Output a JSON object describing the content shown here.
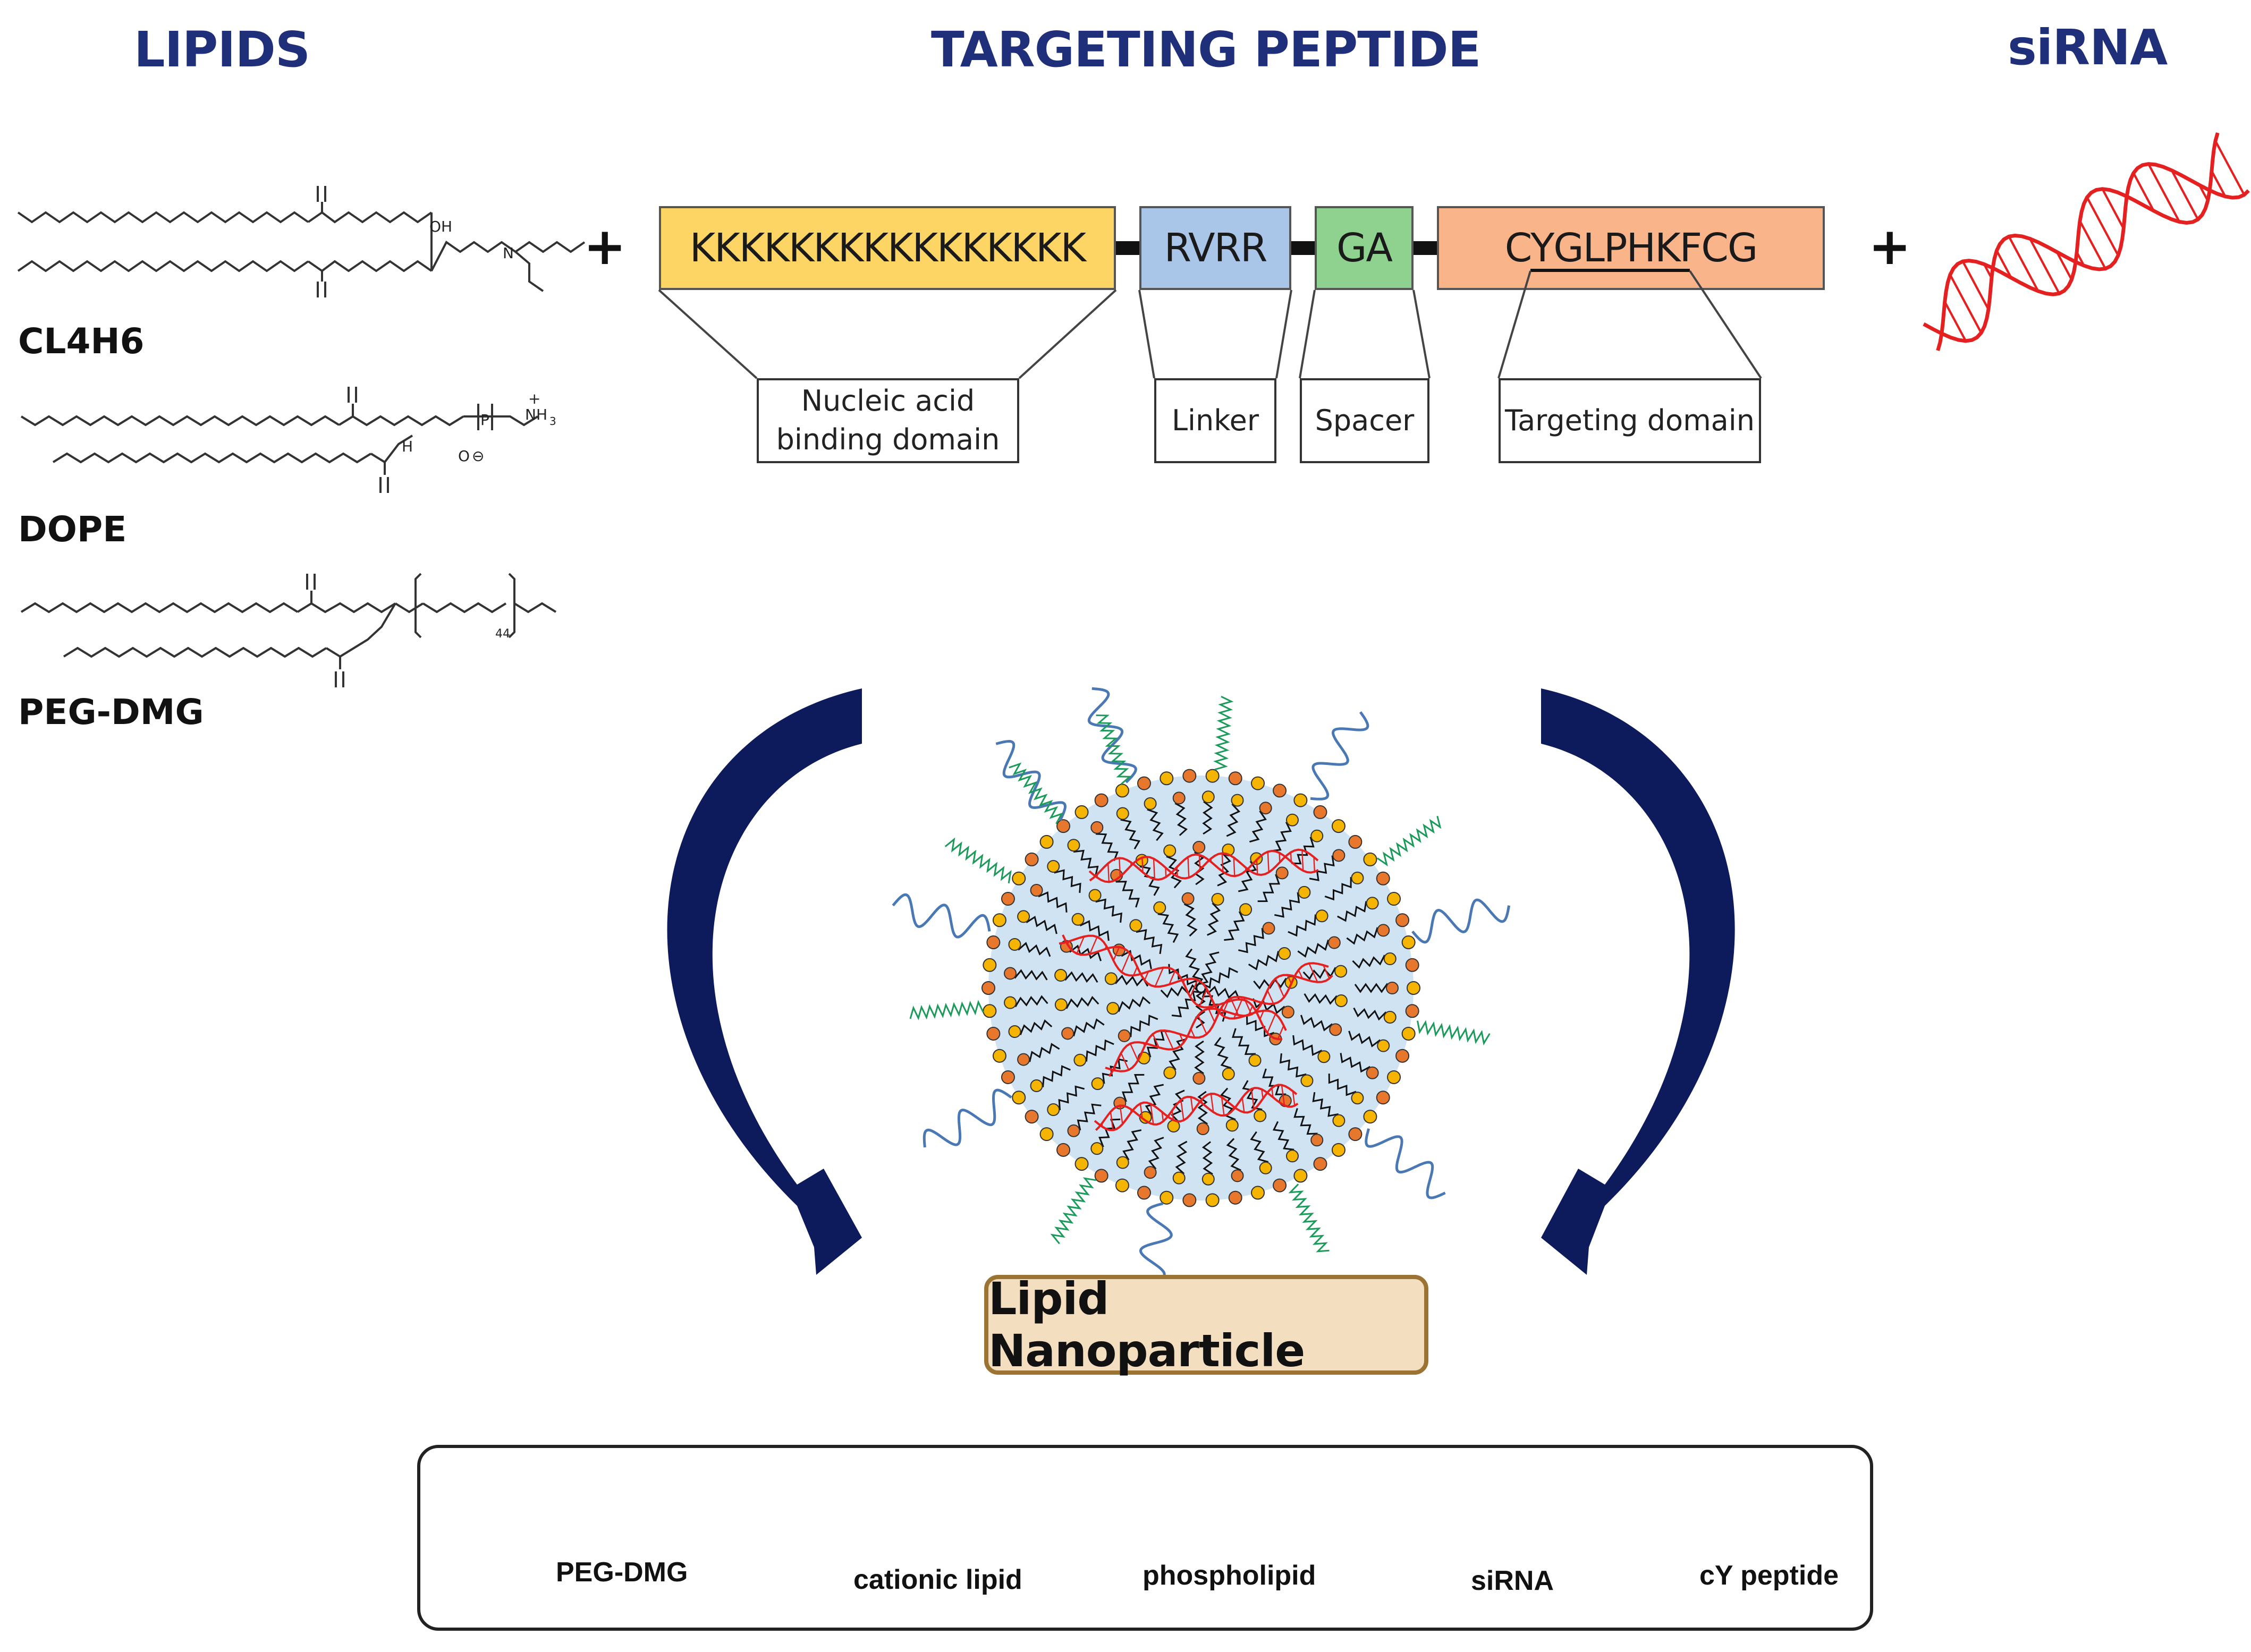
{
  "headers": {
    "lipids": "LIPIDS",
    "peptide": "TARGETING PEPTIDE",
    "sirna": "siRNA"
  },
  "lipids": [
    {
      "name": "CL4H6"
    },
    {
      "name": "DOPE"
    },
    {
      "name": "PEG-DMG"
    }
  ],
  "chem_labels": {
    "oh": "OH",
    "n": "N",
    "h": "H",
    "nh3": "NH",
    "sub3": "3",
    "plus": "+",
    "o": "O",
    "p": "P",
    "minus": "⊖",
    "n44": "44"
  },
  "plus_sign": "+",
  "peptide": {
    "segments": [
      {
        "text": "KKKKKKKKKKKKKKKK",
        "color": "#fdd565",
        "label": "Nucleic acid binding domain",
        "label_lines": [
          "Nucleic acid",
          "binding domain"
        ]
      },
      {
        "text": "RVRR",
        "color": "#a9c6e8",
        "label": "Linker"
      },
      {
        "text": "GA",
        "color": "#8fd28f",
        "label": "Spacer"
      },
      {
        "text": "CYGLPHKFCG",
        "color": "#f9b48a",
        "label": "Targeting domain"
      }
    ]
  },
  "center_label": "Lipid Nanoparticle",
  "colors": {
    "header": "#1f2f7a",
    "arrow": "#0d1a5c",
    "sirna": "#e52020",
    "peptide_chain": "#1b9a5a",
    "peg": "#4a78b5",
    "cationic": "#e8772e",
    "phospholipid": "#f4b400",
    "core": "#cfe3f2"
  },
  "legend": [
    {
      "icon": "peg-dmg-icon",
      "label": "PEG-DMG"
    },
    {
      "icon": "cationic-lipid-icon",
      "label": "cationic lipid"
    },
    {
      "icon": "phospholipid-icon",
      "label": "phospholipid"
    },
    {
      "icon": "sirna-icon",
      "label": "siRNA"
    },
    {
      "icon": "cy-peptide-icon",
      "label": "cY peptide"
    }
  ]
}
